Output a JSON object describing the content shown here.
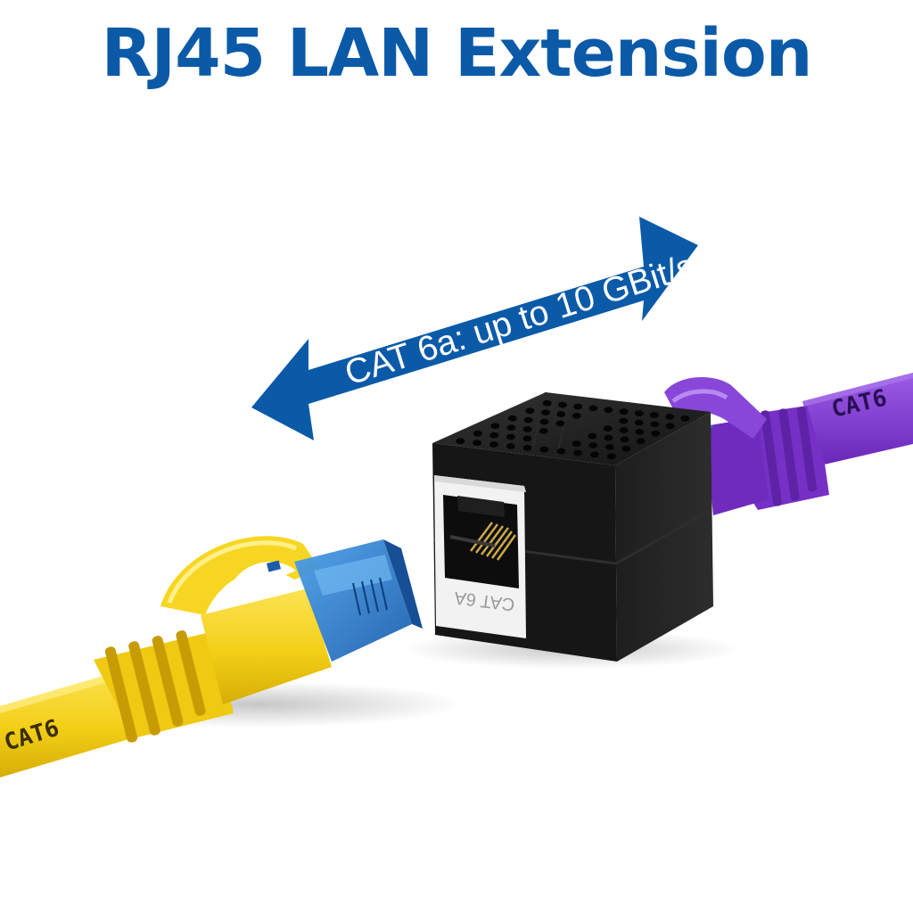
{
  "headline": "RJ45 LAN Extension",
  "arrow_label": "CAT 6a: up to 10 GBit/s",
  "yellow_cable_print": "CAT6",
  "purple_cable_print": "CAT6",
  "coupler_port_print": "CAT 6A",
  "colors": {
    "brand_blue": "#0b5aa8",
    "cable_yellow": "#f6d21c",
    "cable_purple": "#7a35c9",
    "plug_blue": "#2f7fd0",
    "coupler_black": "#1a1a1a"
  }
}
